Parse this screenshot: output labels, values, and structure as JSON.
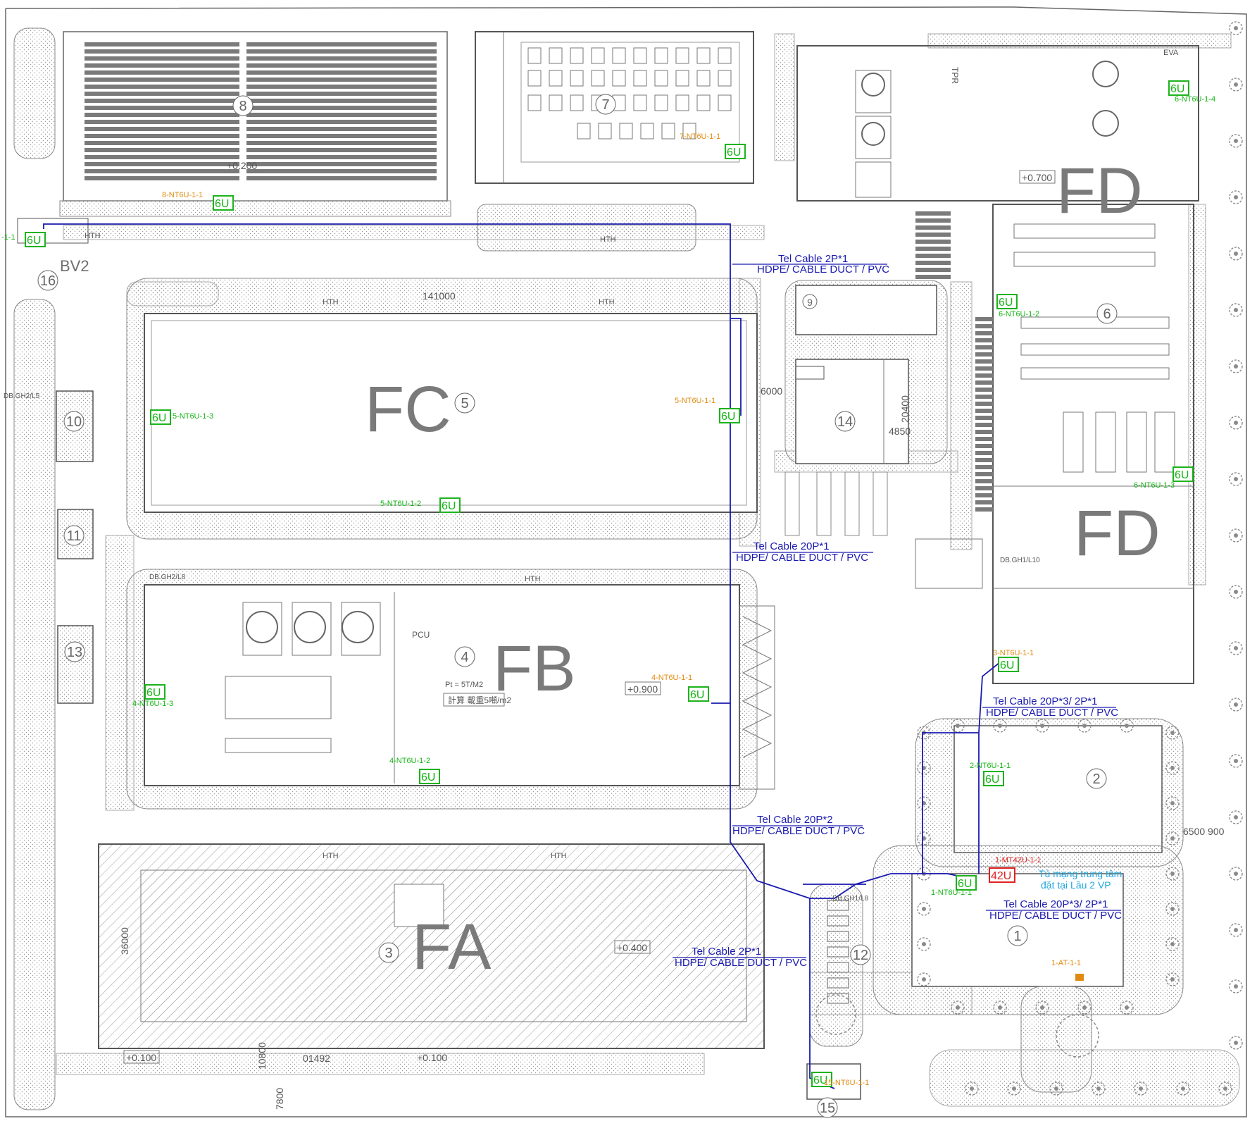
{
  "colors": {
    "cable": "#1a1ab0",
    "node_box": "#1db31d",
    "node_label": "#19b219",
    "node_label_alt": "#e08a10",
    "rack_red": "#e02020",
    "note_cyan": "#20a8e0"
  },
  "zones": [
    {
      "id": "fa",
      "label": "FA"
    },
    {
      "id": "fb",
      "label": "FB"
    },
    {
      "id": "fc",
      "label": "FC"
    },
    {
      "id": "fd1",
      "label": "FD"
    },
    {
      "id": "fd2",
      "label": "FD"
    }
  ],
  "building_numbers": [
    "1",
    "2",
    "3",
    "4",
    "5",
    "6",
    "7",
    "8",
    "9",
    "10",
    "11",
    "12",
    "13",
    "14",
    "15",
    "16"
  ],
  "bv2_label": "BV2",
  "elevations": [
    "+0.200",
    "+0.700",
    "+0.900",
    "+0.400",
    "+0.100",
    "+0.100"
  ],
  "dimensions": [
    "141000",
    "6000",
    "20400",
    "4850",
    "36000",
    "10800",
    "7800",
    "01492",
    "6500 900"
  ],
  "hth": "HTH",
  "db_labels": [
    "DB.GH2/L5",
    "DB.GH2/L8",
    "DB.GH1/L10",
    "DB.GH1/L8"
  ],
  "rack": {
    "label": "6U"
  },
  "nodes": [
    {
      "id": "8-1",
      "label": "8-NT6U-1-1"
    },
    {
      "id": "7-1",
      "label": "7-NT6U-1-1"
    },
    {
      "id": "6-4",
      "label": "6-NT6U-1-4"
    },
    {
      "id": "6-2",
      "label": "6-NT6U-1-2"
    },
    {
      "id": "6-3",
      "label": "6-NT6U-1-3"
    },
    {
      "id": "5-3",
      "label": "5-NT6U-1-3"
    },
    {
      "id": "5-1",
      "label": "5-NT6U-1-1"
    },
    {
      "id": "5-2",
      "label": "5-NT6U-1-2"
    },
    {
      "id": "4-3",
      "label": "4-NT6U-1-3"
    },
    {
      "id": "4-1",
      "label": "4-NT6U-1-1"
    },
    {
      "id": "4-2",
      "label": "4-NT6U-1-2"
    },
    {
      "id": "3-1",
      "label": "3-NT6U-1-1"
    },
    {
      "id": "2-1",
      "label": "2-NT6U-1-1"
    },
    {
      "id": "1-1",
      "label": "1-NT6U-1-1"
    },
    {
      "id": "15-1",
      "label": "15-NT6U-1-1"
    },
    {
      "id": "16-1",
      "label": "-1-1"
    }
  ],
  "main_rack": {
    "label": "42U",
    "sub": "1-MT42U-1-1",
    "note_1": "Tủ mạng trung tâm",
    "note_2": "đặt tại Lầu 2 VP"
  },
  "at_label": "1-AT-1-1",
  "cable_labels": [
    {
      "line1": "Tel Cable 2P*1",
      "line2": "HDPE/ CABLE DUCT / PVC"
    },
    {
      "line1": "Tel Cable 20P*1",
      "line2": "HDPE/ CABLE DUCT / PVC"
    },
    {
      "line1": "Tel Cable 20P*2",
      "line2": "HDPE/ CABLE DUCT / PVC"
    },
    {
      "line1": "Tel Cable 20P*3/ 2P*1",
      "line2": "HDPE/ CABLE DUCT / PVC"
    },
    {
      "line1": "Tel Cable 20P*3/ 2P*1",
      "line2": "HDPE/ CABLE DUCT / PVC"
    },
    {
      "line1": "Tel Cable 2P*1",
      "line2": "HDPE/ CABLE DUCT / PVC"
    }
  ],
  "misc_text": [
    "PCU",
    "計算 載重5噸/m2",
    "Pt = 5T/M2",
    "TPR",
    "EVA"
  ]
}
